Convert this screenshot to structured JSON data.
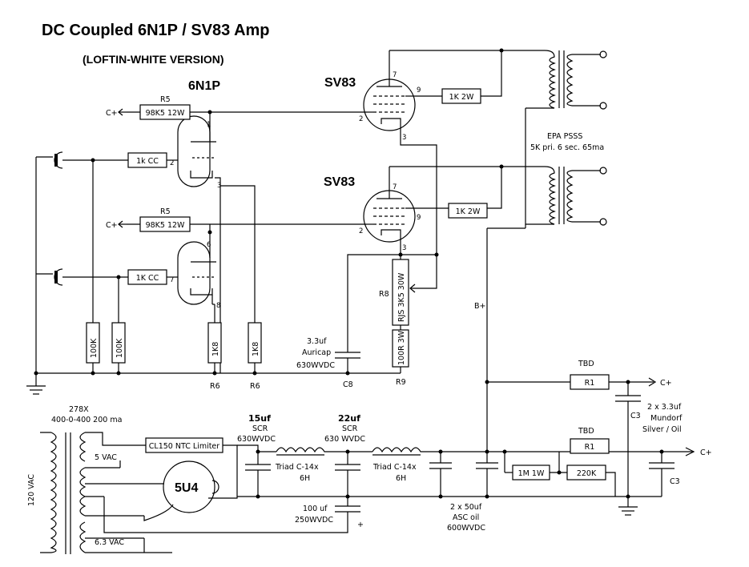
{
  "title": "DC Coupled 6N1P / SV83 Amp",
  "subtitle": "(LOFTIN-WHITE VERSION)",
  "tubes": {
    "driver": "6N1P",
    "output_top": "SV83",
    "output_bottom": "SV83",
    "rectifier": "5U4"
  },
  "resistors": {
    "r5_top_ref": "R5",
    "r5_top_value": "98K5 12W",
    "r5_bot_ref": "R5",
    "r5_bot_value": "98K5 12W",
    "grid_top": "1k CC",
    "grid_bot": "1K CC",
    "grid_leak_1": "100K",
    "grid_leak_2": "100K",
    "cathode_1_value": "1K8",
    "cathode_1_ref": "R6",
    "cathode_2_value": "1K8",
    "cathode_2_ref": "R6",
    "g2_top": "1K 2W",
    "g2_bot": "1K 2W",
    "r8_ref": "R8",
    "r8_value": "RJS 3K5 30W",
    "r9_ref": "R9",
    "r9_value": "100R 3W",
    "bleeder_1": "1M 1W",
    "bleeder_2": "220K",
    "r1_top_ref": "R1",
    "r1_top_tbd": "TBD",
    "r1_bot_ref": "R1",
    "r1_bot_tbd": "TBD"
  },
  "capacitors": {
    "c8_value": "3.3uf",
    "c8_type": "Auricap",
    "c8_voltage": "630WVDC",
    "c8_ref": "C8",
    "c3_top_ref": "C3",
    "c3_bot_ref": "C3",
    "c3_desc_1": "2 x 3.3uf",
    "c3_desc_2": "Mundorf",
    "c3_desc_3": "Silver / Oil",
    "cap15_value": "15uf",
    "cap15_type": "SCR",
    "cap15_voltage": "630WVDC",
    "cap22_value": "22uf",
    "cap22_type": "SCR",
    "cap22_voltage": "630 WVDC",
    "cap100_value": "100 uf",
    "cap100_voltage": "250WVDC",
    "cap50_1": "2 x 50uf",
    "cap50_2": "ASC oil",
    "cap50_3": "600WVDC"
  },
  "power": {
    "transformer_1": "278X",
    "transformer_2": "400-0-400 200 ma",
    "mains": "120 VAC",
    "tap_5v": "5 VAC",
    "tap_63v": "6.3 VAC",
    "limiter": "CL150 NTC Limiter",
    "choke_1": "Triad C-14x",
    "choke_1_h": "6H",
    "choke_2": "Triad C-14x",
    "choke_2_h": "6H",
    "b_plus": "B+"
  },
  "output_transformer": {
    "line_1": "EPA PSSS",
    "line_2": "5K pri. 6 sec. 65ma"
  },
  "supply_labels": {
    "c_plus_1": "C+",
    "c_plus_2": "C+",
    "c_plus_3": "C+",
    "c_plus_4": "C+",
    "plus_sign": "+"
  },
  "pins": {
    "sv83_top_7": "7",
    "sv83_top_9": "9",
    "sv83_top_2": "2",
    "sv83_top_3": "3",
    "sv83_bot_7": "7",
    "sv83_bot_9": "9",
    "sv83_bot_2": "2",
    "sv83_bot_3": "3",
    "n1p_top_1": "1",
    "n1p_top_2": "2",
    "n1p_top_3": "3",
    "n1p_bot_6": "6",
    "n1p_bot_7": "7",
    "n1p_bot_8": "8"
  }
}
